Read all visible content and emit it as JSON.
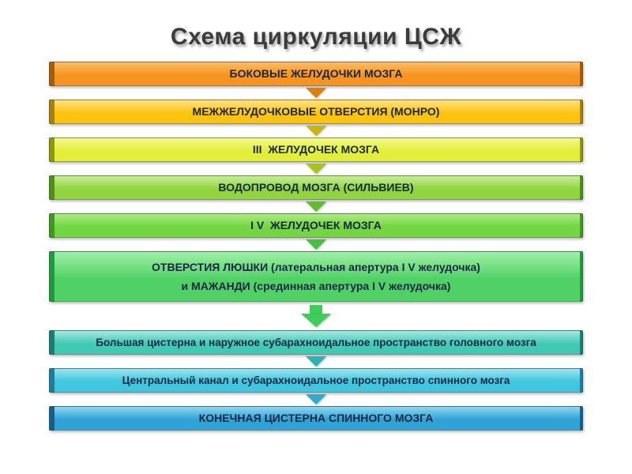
{
  "palette": {
    "background": "#FFFFFF",
    "title_color": "#3B3B3B",
    "text_color": "#1A2744"
  },
  "title": "Схема циркуляции ЦСЖ",
  "steps": [
    {
      "label": "БОКОВЫЕ ЖЕЛУДОЧКИ МОЗГА",
      "colors": {
        "light": "#FBBE63",
        "main": "#F79421",
        "edge": "#A85C00"
      }
    },
    {
      "label": "МЕЖЖЕЛУДОЧКОВЫЕ ОТВЕРСТИЯ (МОНРО)",
      "colors": {
        "light": "#FFE382",
        "main": "#FDC40F",
        "edge": "#A88200"
      }
    },
    {
      "label": "III  ЖЕЛУДОЧЕК МОЗГА",
      "colors": {
        "light": "#F4F98C",
        "main": "#E3EE3A",
        "edge": "#8F9900"
      }
    },
    {
      "label": "ВОДОПРОВОД МОЗГА (СИЛЬВИЕВ)",
      "colors": {
        "light": "#C6EF96",
        "main": "#90D440",
        "edge": "#4E8F14"
      }
    },
    {
      "label": "I V  ЖЕЛУДОЧЕК МОЗГА",
      "colors": {
        "light": "#ACEC82",
        "main": "#72D541",
        "edge": "#3C9A1C"
      }
    },
    {
      "line1": "ОТВЕРСТИЯ ЛЮШКИ (латеральная апертура I V желудочка)",
      "line2": "и МАЖАНДИ (срединная апертура I V желудочка)",
      "colors": {
        "light": "#9FF0A6",
        "main": "#50D165",
        "edge": "#1E9A3C"
      }
    },
    {
      "label": "Большая цистерна и наружное субарахноидальное пространство головного мозга",
      "colors": {
        "light": "#A3E9DE",
        "main": "#41C9B6",
        "edge": "#157F73"
      }
    },
    {
      "label": "Центральный канал и субарахноидальное пространство спинного мозга",
      "colors": {
        "light": "#9CE4F1",
        "main": "#40C6DF",
        "edge": "#177F9B"
      }
    },
    {
      "label": "КОНЕЧНАЯ ЦИСТЕРНА СПИННОГО МОЗГА",
      "colors": {
        "light": "#8ED6F1",
        "main": "#2FA3D6",
        "edge": "#135F8F"
      }
    }
  ],
  "arrows": [
    {
      "color": "#DC7F0B"
    },
    {
      "color": "#C9B411"
    },
    {
      "color": "#A8C41C"
    },
    {
      "color": "#63BC2B"
    },
    {
      "color": "#45C044"
    },
    {
      "color": "#3ECC5B"
    },
    {
      "color": "#2BB3B3"
    },
    {
      "color": "#2FABCB"
    }
  ]
}
